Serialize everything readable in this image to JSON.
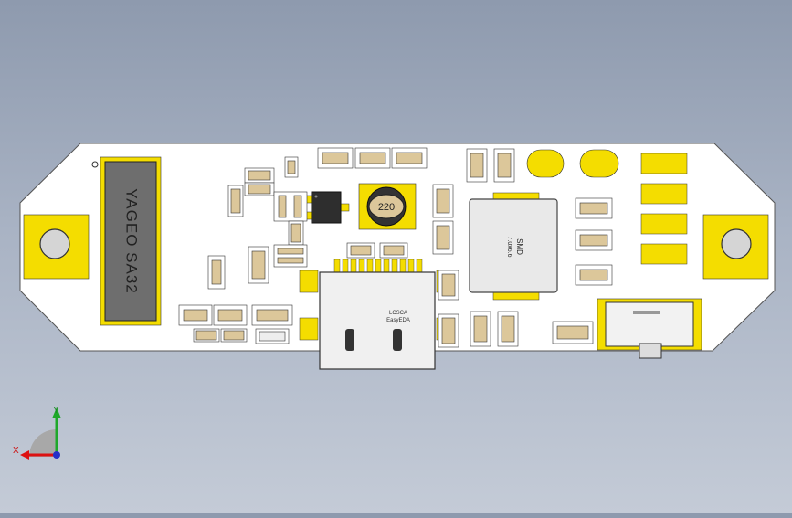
{
  "board": {
    "resistor_marking": "YAGEO SA32",
    "inductor_small_marking": "220",
    "inductor_large_marking_1": "SMD",
    "inductor_large_marking_2": "7.0x6.6",
    "silk_logo_1": "LCSCA",
    "silk_logo_2": "EasyEDA"
  },
  "triad": {
    "x_label": "X",
    "y_label": "Y"
  },
  "colors": {
    "board": "#ffffff",
    "pad": "#f4dd00",
    "component": "#dcc79a",
    "metal": "#d8d8d8"
  }
}
